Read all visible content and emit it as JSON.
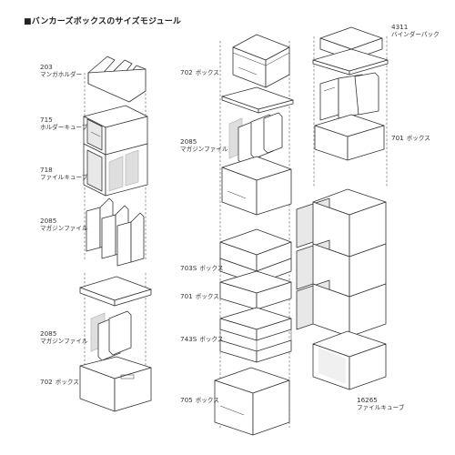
{
  "title": "■バンカーズボックスのサイズモジュール",
  "labels": {
    "l203": {
      "num": "203",
      "name": "マンガホルダー"
    },
    "l715": {
      "num": "715",
      "name": "ホルダーキューブ"
    },
    "l718": {
      "num": "718",
      "name": "ファイルキューブ"
    },
    "l2085a": {
      "num": "2085",
      "name": "マガジンファイル"
    },
    "l2085b": {
      "num": "2085",
      "name": "マガジンファイル"
    },
    "l702a": {
      "num": "702",
      "name": "ボックス"
    },
    "l2085c": {
      "num": "2085",
      "name": "マガジンファイル"
    },
    "l702b": {
      "num": "702",
      "name": "ボックス"
    },
    "l4311": {
      "num": "4311",
      "name": "バインダーパック"
    },
    "l701a": {
      "num": "701",
      "name": "ボックス"
    },
    "l703s": {
      "num": "703S",
      "name": "ボックス"
    },
    "l701b": {
      "num": "701",
      "name": "ボックス"
    },
    "l743s": {
      "num": "743S",
      "name": "ボックス"
    },
    "l705": {
      "num": "705",
      "name": "ボックス"
    },
    "l16265": {
      "num": "16265",
      "name": "ファイルキューブ"
    }
  }
}
